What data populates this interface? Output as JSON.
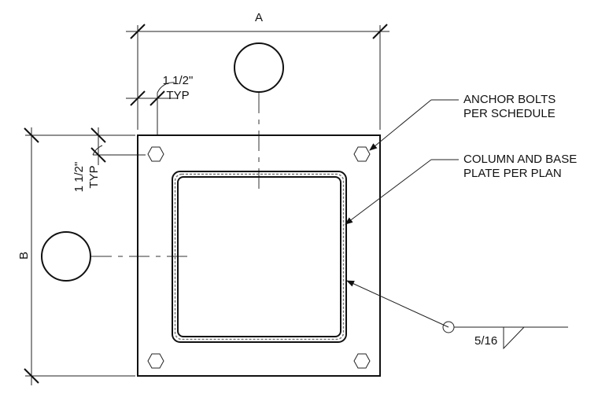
{
  "dimensions": {
    "width_label": "A",
    "height_label": "B",
    "edge_top_value": "1 1/2\"",
    "edge_top_suffix": "TYP",
    "edge_side_value": "1 1/2\"",
    "edge_side_suffix": "TYP"
  },
  "callouts": {
    "anchor_bolts": [
      "ANCHOR BOLTS",
      "PER SCHEDULE"
    ],
    "column_plate": [
      "COLUMN AND BASE",
      "PLATE PER PLAN"
    ]
  },
  "weld": {
    "size": "5/16"
  }
}
